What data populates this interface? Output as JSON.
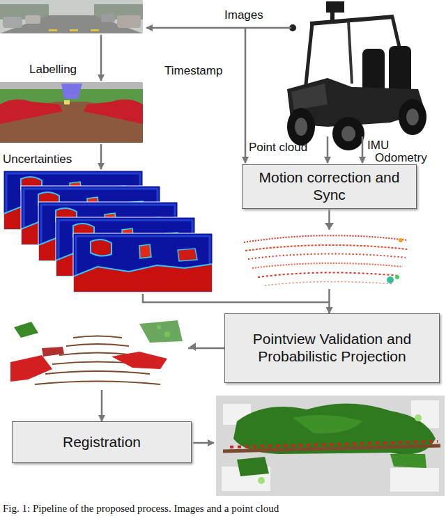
{
  "diagram": {
    "caption": "Fig. 1: Pipeline of the proposed process. Images and a point cloud",
    "nodes": [
      {
        "text": [
          "Motion correction and Sync"
        ]
      },
      {
        "text": [
          "Pointview Validation and Probabilistic Projection"
        ]
      },
      {
        "text": [
          "Registration"
        ]
      }
    ],
    "edges": [
      {
        "from": 0,
        "to": 1,
        "arrow": "to"
      },
      {
        "from": 1,
        "to": 2,
        "arrow": "to"
      }
    ],
    "labels": [
      "Images",
      "Labelling",
      "Timestamp",
      "Uncertainties",
      "Point cloud",
      "IMU",
      "Odometry"
    ]
  }
}
